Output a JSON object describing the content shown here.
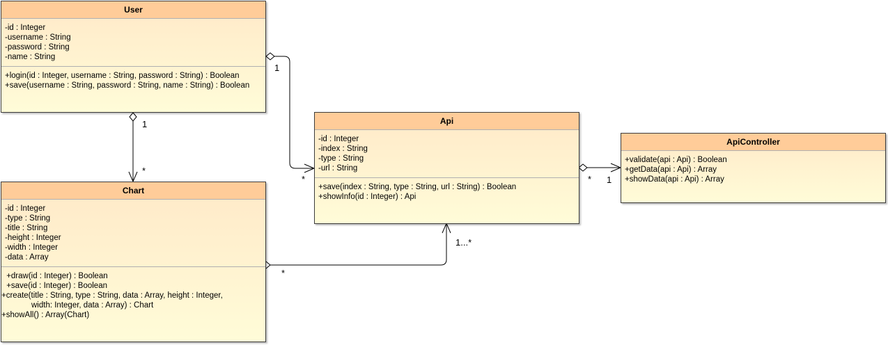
{
  "classes": {
    "user": {
      "name": "User",
      "attributes": [
        "-id : Integer",
        "-username : String",
        "-password : String",
        "-name : String"
      ],
      "methods": [
        "+login(id : Integer, username : String, password : String) : Boolean",
        "+save(username : String, password : String, name : String) : Boolean"
      ]
    },
    "api": {
      "name": "Api",
      "attributes": [
        "-id : Integer",
        "-index : String",
        "-type : String",
        "-url : String"
      ],
      "methods": [
        "+save(index : String, type : String, url : String) : Boolean",
        "+showInfo(id : Integer) : Api"
      ]
    },
    "apicontroller": {
      "name": "ApiController",
      "methods": [
        "+validate(api : Api) : Boolean",
        "+getData(api : Api) : Array",
        "+showData(api : Api) : Array"
      ]
    },
    "chart": {
      "name": "Chart",
      "attributes": [
        "-id : Integer",
        "-type : String",
        "-title : String",
        "-height : Integer",
        "-width : Integer",
        "-data : Array"
      ],
      "methods": [
        " +draw(id : Integer) : Boolean",
        " +save(id : Integer) : Boolean",
        "+create(title : String, type : String, data : Array, height : Integer,",
        "width: Integer, data : Array) : Chart",
        "+showAll() : Array(Chart)"
      ]
    }
  },
  "associations": {
    "user_api": {
      "source_mult": "1",
      "target_mult": "*"
    },
    "user_chart": {
      "source_mult": "1",
      "target_mult": "*"
    },
    "api_apicontroller": {
      "source_mult": "*",
      "target_mult": "1"
    },
    "chart_api": {
      "source_mult": "*",
      "target_mult": "1...*"
    }
  }
}
